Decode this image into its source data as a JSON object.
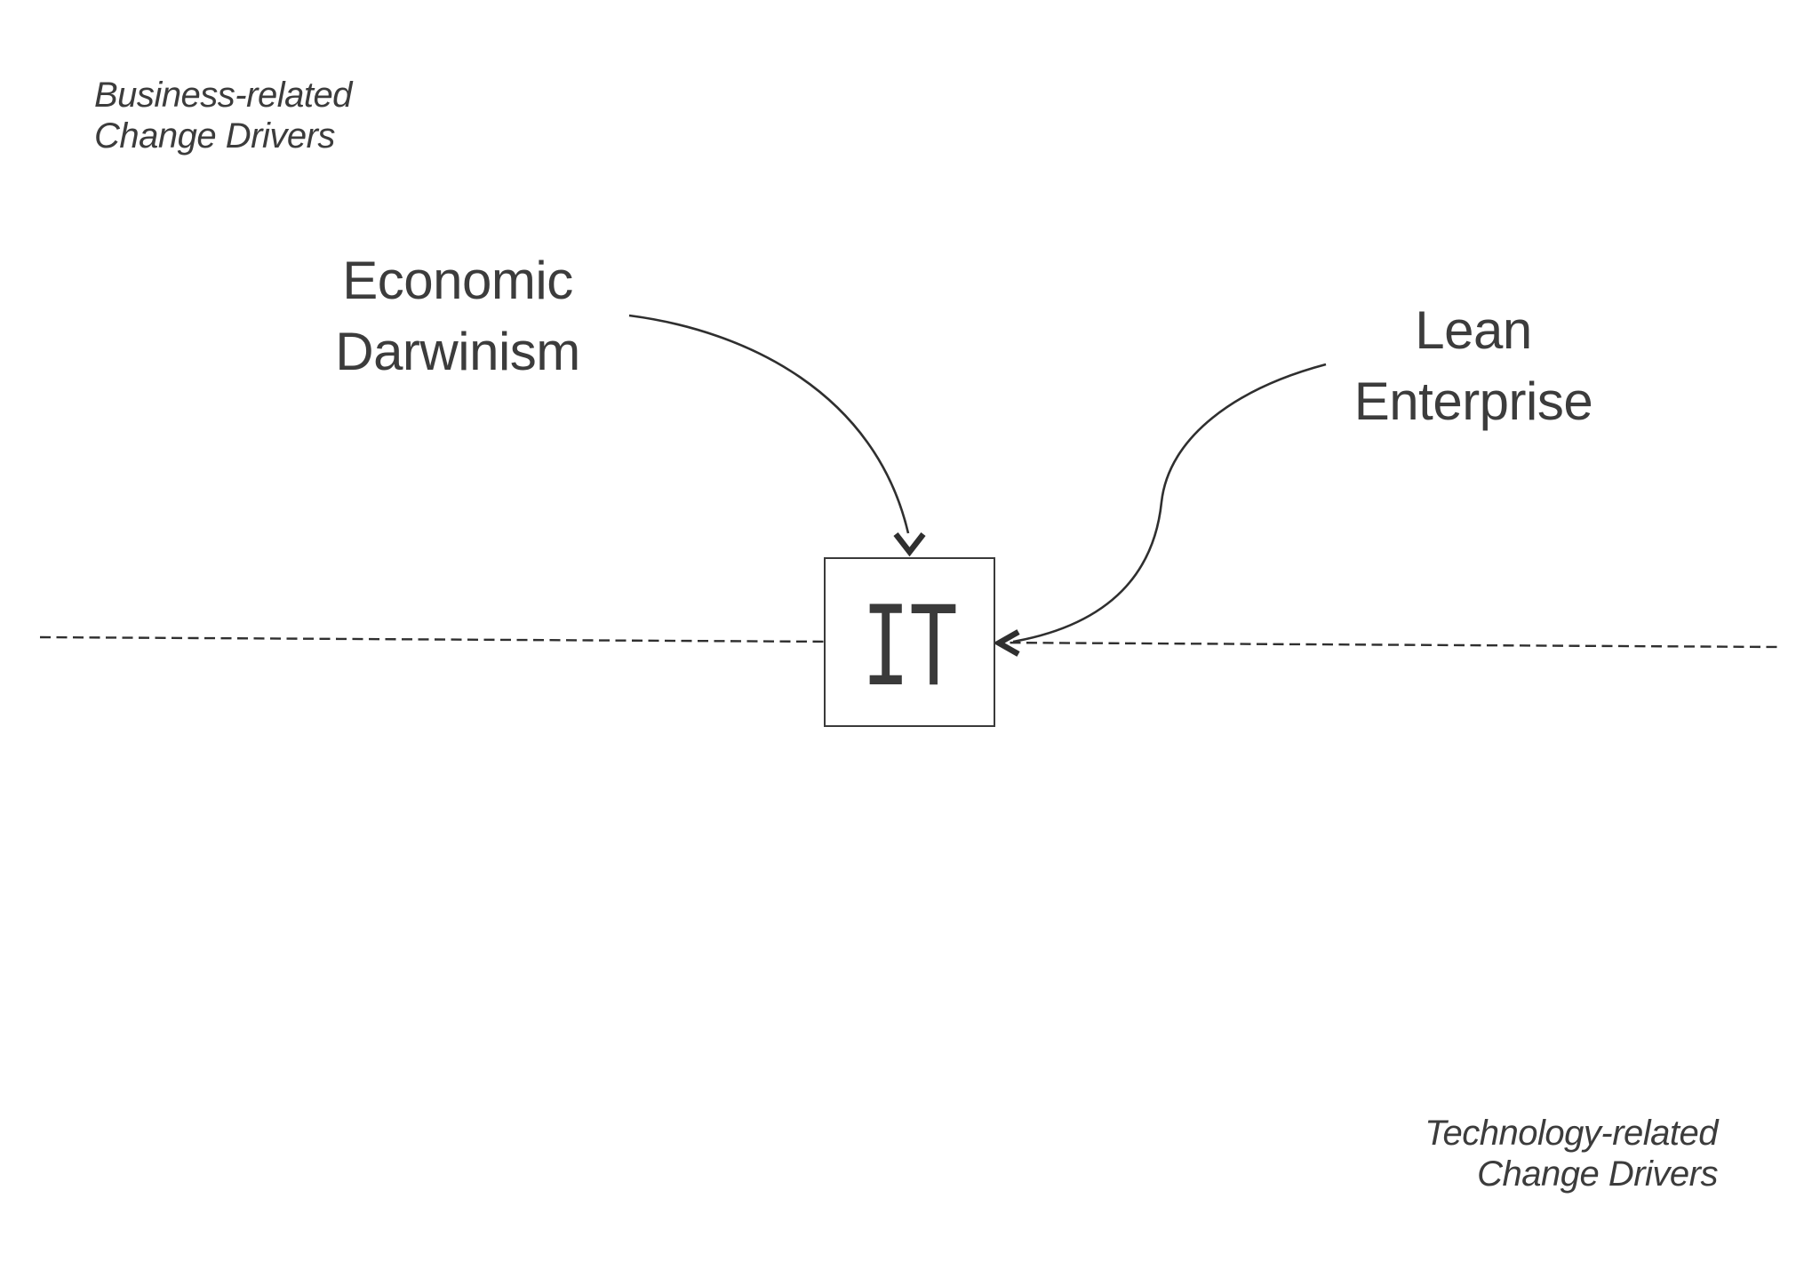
{
  "colors": {
    "background": "#ffffff",
    "text": "#3c3c3c",
    "line": "#2f2f2f",
    "box_border": "#3a3a3a"
  },
  "labels": {
    "business_drivers": {
      "line1": "Business-related",
      "line2": "Change Drivers"
    },
    "economic_darwinism": {
      "line1": "Economic",
      "line2": "Darwinism"
    },
    "lean_enterprise": {
      "line1": "Lean",
      "line2": "Enterprise"
    },
    "technology_drivers": {
      "line1": "Technology-related",
      "line2": "Change Drivers"
    },
    "it_box": {
      "label": "IT"
    }
  }
}
